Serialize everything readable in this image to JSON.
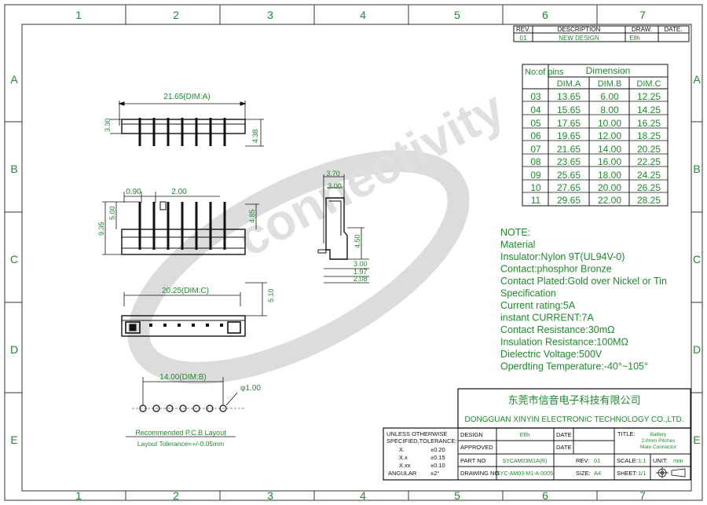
{
  "border": {
    "top_numbers": [
      "1",
      "2",
      "3",
      "4",
      "5",
      "6",
      "7"
    ],
    "bottom_numbers": [
      "1",
      "2",
      "3",
      "4",
      "5",
      "6",
      "7"
    ],
    "left_letters": [
      "A",
      "B",
      "C",
      "D",
      "E"
    ],
    "right_letters": [
      "A",
      "B",
      "C",
      "D",
      "E"
    ]
  },
  "revision": {
    "headers": [
      "REV.",
      "DESCRIPTION",
      "DRAW.",
      "DATE."
    ],
    "row": [
      "01",
      "NEW DESIGN",
      "Ellh",
      ""
    ]
  },
  "dimension_table": {
    "col0_header": "No:of pins",
    "group_header": "Dimension",
    "headers": [
      "DIM.A",
      "DIM.B",
      "DIM.C"
    ],
    "rows": [
      [
        "03",
        "13.65",
        "6.00",
        "12.25"
      ],
      [
        "04",
        "15.65",
        "8.00",
        "14.25"
      ],
      [
        "05",
        "17.65",
        "10.00",
        "16.25"
      ],
      [
        "06",
        "19.65",
        "12.00",
        "18.25"
      ],
      [
        "07",
        "21.65",
        "14.00",
        "20.25"
      ],
      [
        "08",
        "23.65",
        "16.00",
        "22.25"
      ],
      [
        "09",
        "25.65",
        "18.00",
        "24.25"
      ],
      [
        "10",
        "27.65",
        "20.00",
        "26.25"
      ],
      [
        "11",
        "29.65",
        "22.00",
        "28.25"
      ]
    ]
  },
  "notes": [
    "NOTE:",
    "Material",
    "Insulator:Nylon 9T(UL94V-0)",
    "Contact:phosphor Bronze",
    "Contact Plated:Gold over Nickel or Tin",
    "Specification",
    "Current rating:5A",
    "instant CURRENT:7A",
    "Contact Resistance:30mΩ",
    "Insulation Resistance:100MΩ",
    "Dielectric Voltage:500V",
    "Operdting Temperature:-40°~105°"
  ],
  "watermark": "connectivity",
  "dims": {
    "top_width": "21.65(DIM:A)",
    "top_h1": "3.30",
    "top_h2": "4.38",
    "front_pitch1": "0.90",
    "front_pitch2": "2.00",
    "front_h1": "5.00",
    "front_h2": "9.35",
    "front_h3": "4.85",
    "side_w1": "3.70",
    "side_w2": "3.00",
    "side_h1": "4.50",
    "side_h2": "3.00",
    "side_h3": "1.97",
    "side_h4": "2.08",
    "bottom_width": "20.25(DIM:C)",
    "bottom_h": "5.10",
    "pcb_width": "14.00(DIM:B)",
    "pcb_hole": "φ1.00",
    "pcb_title": "Recommended P.C.B Layout",
    "pcb_tol": "Layout Tolerance=+/-0.05mm"
  },
  "company": {
    "cn": "东莞市信音电子科技有限公司",
    "en": "DONGGUAN XINYIN ELECTRONIC TECHNOLOGY CO.,LTD."
  },
  "tolerance": {
    "title1": "UNLESS OTHERWISE",
    "title2": "SPECIFIED,TOLERANCE:",
    "r1": "X.",
    "v1": "±0.20",
    "r2": "X.x",
    "v2": "±0.15",
    "r3": "X.xx",
    "v3": "±0.10",
    "r4": "ANGULAR",
    "v4": "±2°"
  },
  "title_block": {
    "design_label": "DESIGN",
    "design_value": "Ellh",
    "date_label": "DATE",
    "approved_label": "APPROVED",
    "date2_label": "DATE",
    "part_label": "PART NO",
    "part_value": "SYCAM03M1A(R)",
    "rev_label": "REV:",
    "rev_value": "01",
    "drawing_label": "DRAWING NO",
    "drawing_value": "SYC-AM03-M1-A-0005",
    "size_label": "SIZE:",
    "size_value": "A4",
    "title_label": "TITLE:",
    "title_l1": "Battery",
    "title_l2": "2.0mm Pitches",
    "title_l3": "Male Connector",
    "scale_label": "SCALE:",
    "scale_value": "1:1",
    "unit_label": "UNIT:",
    "unit_value": "mm",
    "sheet_label": "SHEET:",
    "sheet_value": "1/1"
  }
}
